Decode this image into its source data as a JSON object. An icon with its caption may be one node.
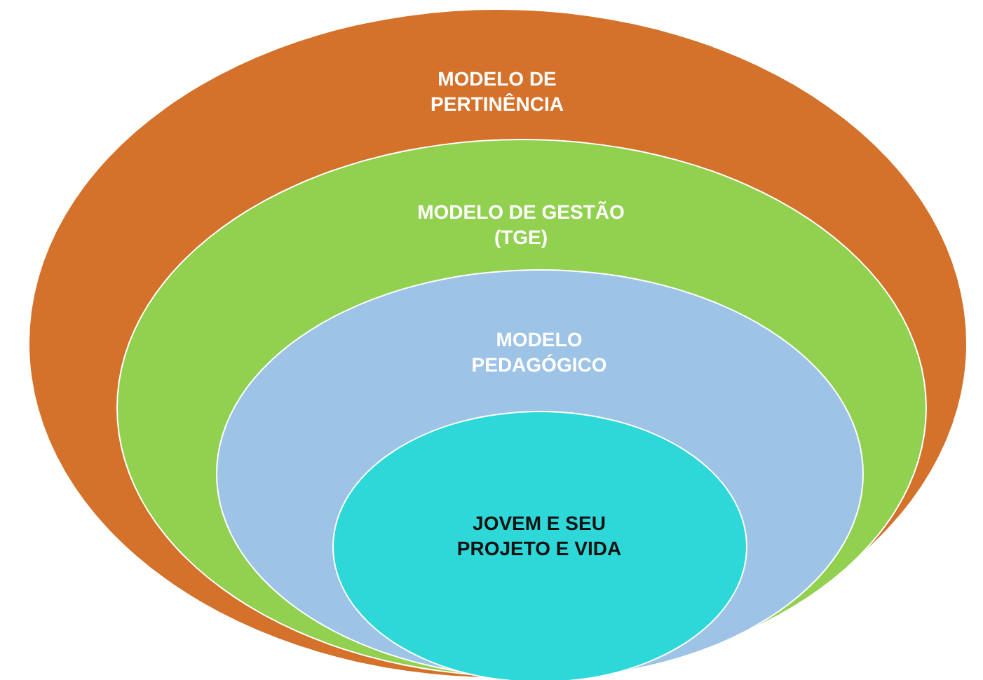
{
  "diagram": {
    "nodes": [
      {
        "text": [
          "MODELO DE PERTINÊNCIA"
        ]
      },
      {
        "text": [
          "MODELO DE GESTÃO (TGE)"
        ],
        "in": 0
      },
      {
        "text": [
          "MODELO PEDAGÓGICO"
        ],
        "in": 1
      },
      {
        "text": [
          "JOVEM E SEU PROJETO E VIDA"
        ],
        "in": 2
      }
    ]
  }
}
